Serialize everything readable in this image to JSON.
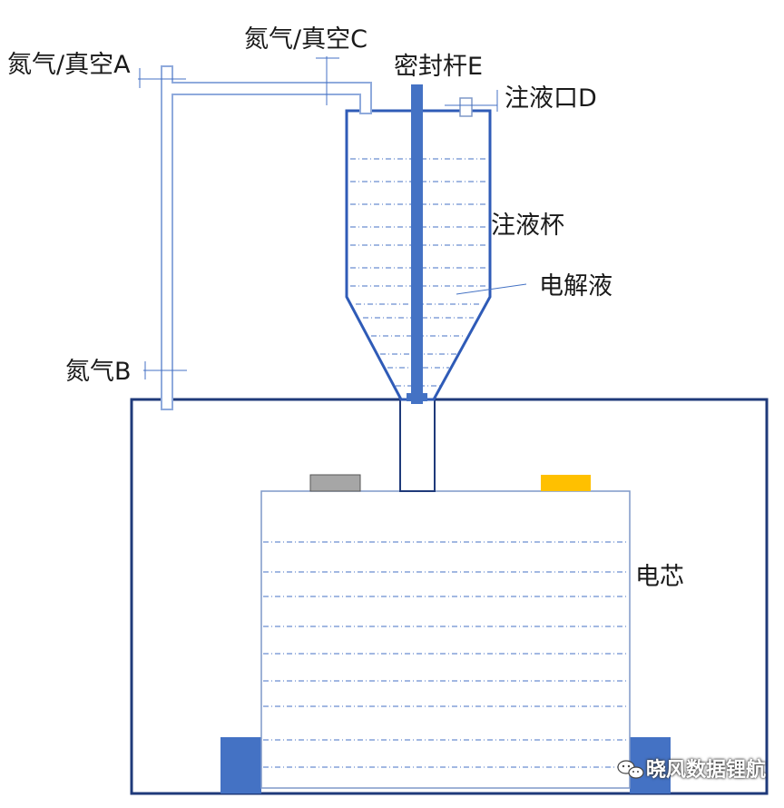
{
  "labels": {
    "nitrogen_vacuum_a": "氮气/真空A",
    "nitrogen_vacuum_c": "氮气/真空C",
    "seal_rod_e": "密封杆E",
    "inlet_d": "注液口D",
    "injection_cup": "注液杯",
    "electrolyte": "电解液",
    "nitrogen_b": "氮气B",
    "cell": "电芯"
  },
  "watermark": "晓风数据锂航",
  "colors": {
    "frame": "#1f3a7a",
    "rod": "#4472c4",
    "pipe": "#8faadc",
    "dash": "#4472c4",
    "tab_gray": "#a6a6a6",
    "tab_yellow": "#ffc000",
    "block": "#4472c4"
  }
}
